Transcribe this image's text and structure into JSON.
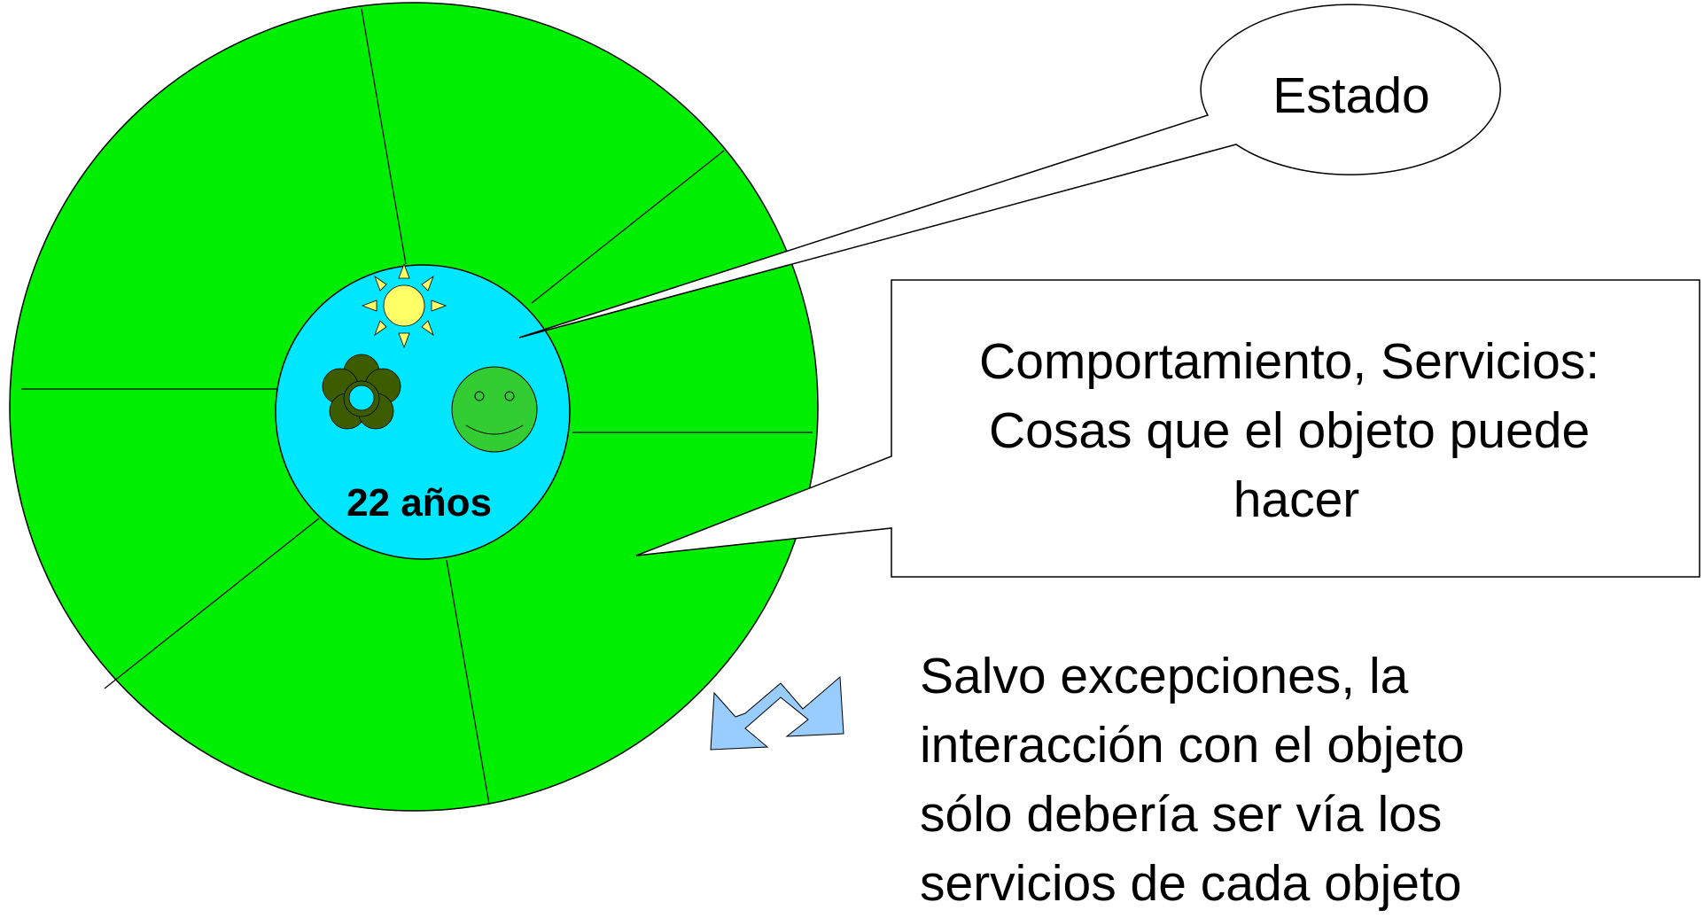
{
  "colors": {
    "outer_ring": "#00ee00",
    "inner_core": "#00e6ff",
    "sun": "#ffff66",
    "flower": "#3d5c00",
    "smiley": "#33cc33",
    "arrow": "#99ccff",
    "callout_fill": "#ffffff",
    "stroke": "#000000"
  },
  "icons": {
    "sun": "sun-icon",
    "flower": "flower-icon",
    "smiley": "smiley-icon",
    "arrow": "double-arrow-icon"
  },
  "object": {
    "age": "22 años"
  },
  "callouts": {
    "state": "Estado",
    "behavior_lines": [
      "Comportamiento, Servicios:",
      "Cosas que el objeto puede",
      "hacer"
    ]
  },
  "note": {
    "lines": [
      "Salvo excepciones, la",
      "interacción  con el objeto",
      "sólo debería ser vía los",
      "servicios de cada objeto"
    ]
  }
}
